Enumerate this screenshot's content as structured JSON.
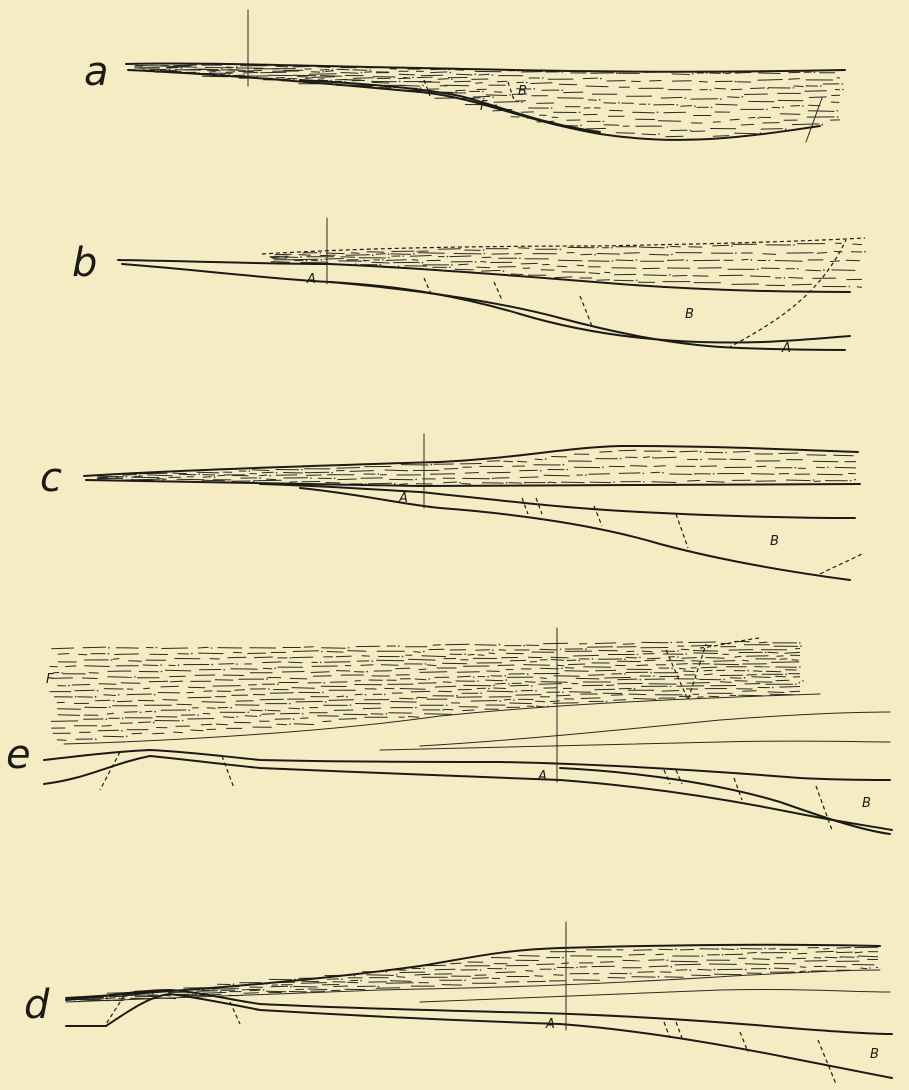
{
  "panels": [
    {
      "id": "a",
      "label": "a",
      "units": [
        "B",
        "F"
      ]
    },
    {
      "id": "b",
      "label": "b",
      "units": [
        "A",
        "B",
        "A"
      ]
    },
    {
      "id": "c",
      "label": "c",
      "units": [
        "A",
        "B"
      ]
    },
    {
      "id": "e",
      "label": "e",
      "units": [
        "F",
        "A",
        "B"
      ]
    },
    {
      "id": "d",
      "label": "d",
      "units": [
        "A",
        "B"
      ]
    }
  ]
}
